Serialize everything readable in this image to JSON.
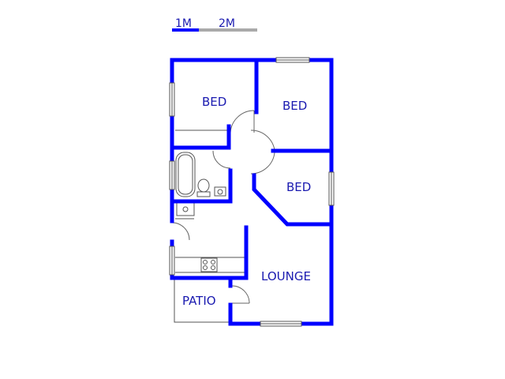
{
  "scale_bar": {
    "label_1": "1M",
    "label_2": "2M",
    "color_primary": "#0000ff",
    "color_secondary": "#aaaaaa"
  },
  "rooms": {
    "bed_1": "BED",
    "bed_2": "BED",
    "bed_3": "BED",
    "lounge": "LOUNGE",
    "patio": "PATIO"
  },
  "colors": {
    "wall": "#0000ff",
    "fixture": "#555555",
    "label": "#1a1ab0"
  }
}
